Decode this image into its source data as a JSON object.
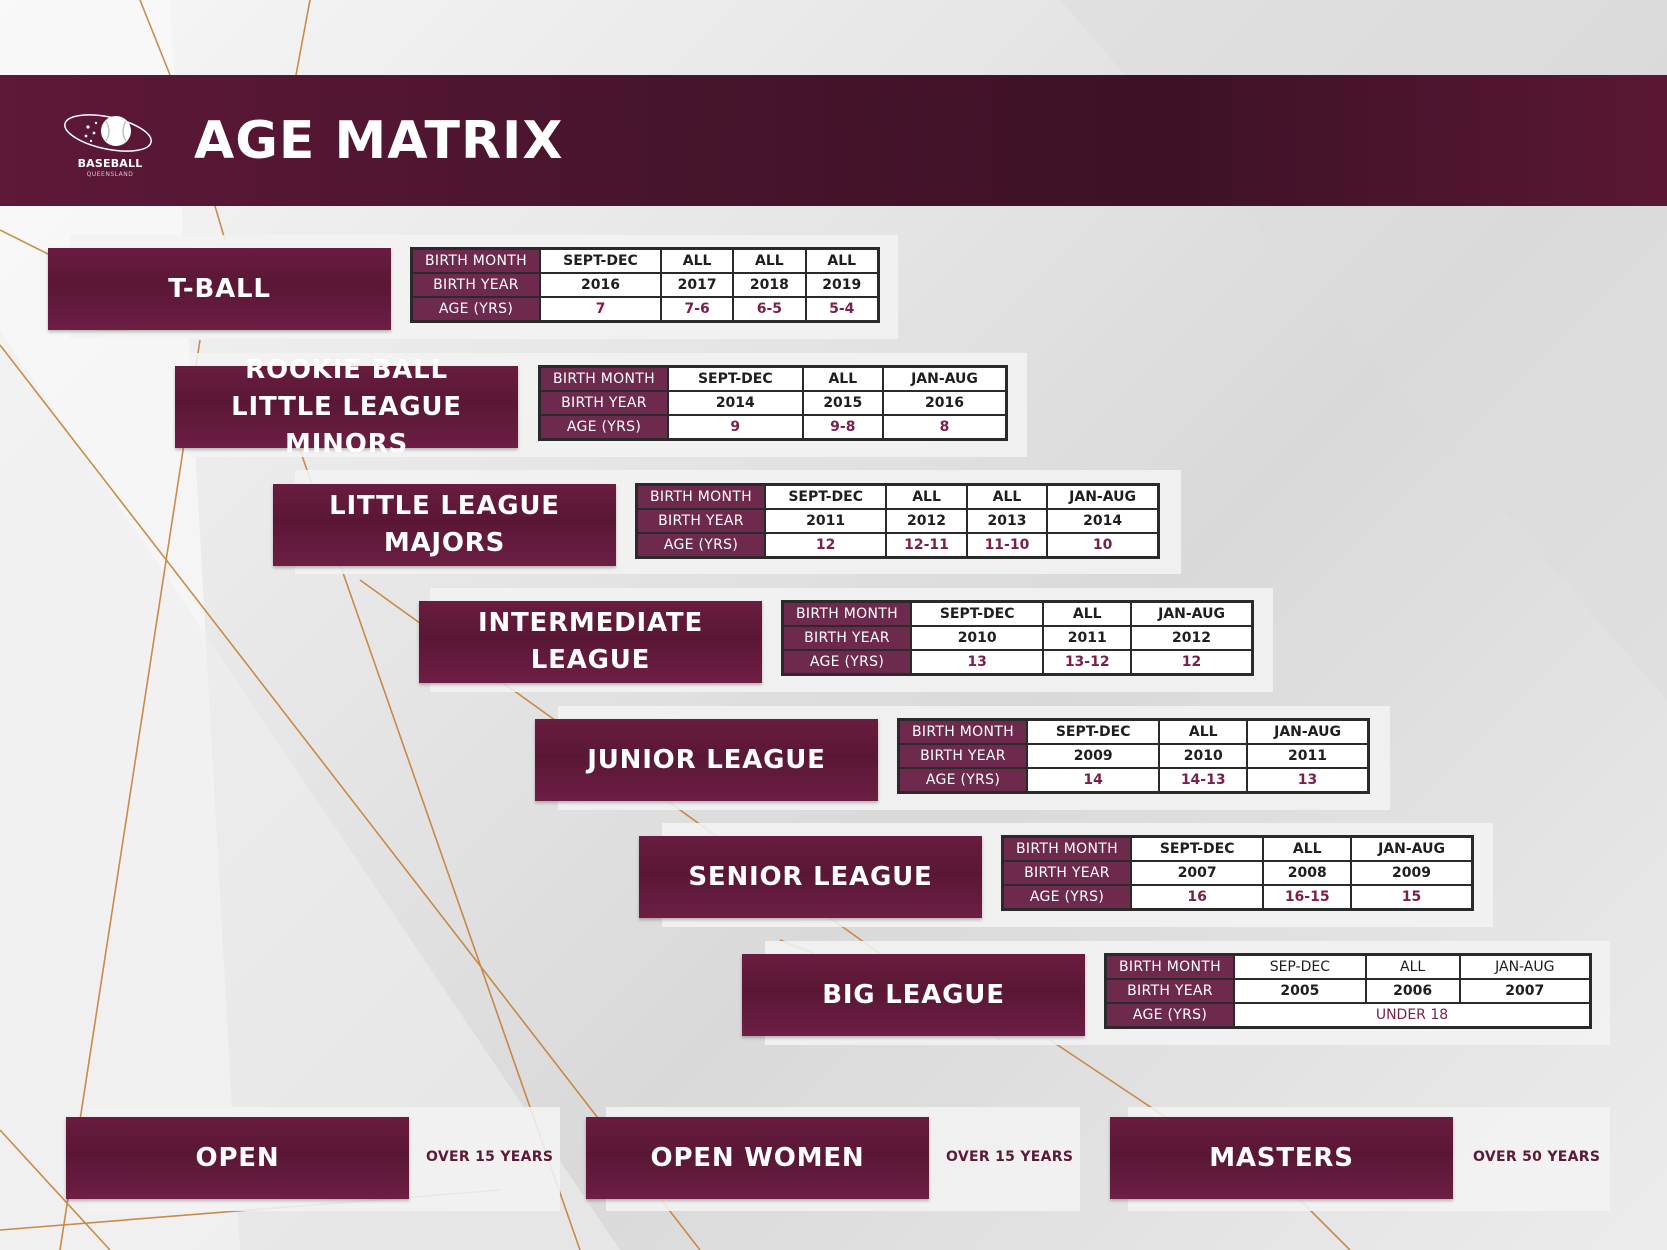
{
  "header": {
    "title": "AGE MATRIX",
    "logo_text": "BASEBALL",
    "logo_subtext": "QUEENSLAND"
  },
  "colors": {
    "maroon": "#5a1735",
    "label_cell": "#6e2a4d",
    "accent_line": "#c27a2e",
    "age_text": "#7a1f4b"
  },
  "row_labels": {
    "month": "BIRTH MONTH",
    "year": "BIRTH YEAR",
    "age": "AGE (YRS)"
  },
  "leagues": [
    {
      "lines": [
        "T-BALL"
      ],
      "months": [
        "SEPT-DEC",
        "ALL",
        "ALL",
        "ALL"
      ],
      "years": [
        "2016",
        "2017",
        "2018",
        "2019"
      ],
      "ages": [
        "7",
        "7-6",
        "6-5",
        "5-4"
      ]
    },
    {
      "lines": [
        "ROOKIE BALL",
        "LITTLE LEAGUE MINORS"
      ],
      "months": [
        "SEPT-DEC",
        "ALL",
        "JAN-AUG"
      ],
      "years": [
        "2014",
        "2015",
        "2016"
      ],
      "ages": [
        "9",
        "9-8",
        "8"
      ]
    },
    {
      "lines": [
        "LITTLE LEAGUE MAJORS"
      ],
      "months": [
        "SEPT-DEC",
        "ALL",
        "ALL",
        "JAN-AUG"
      ],
      "years": [
        "2011",
        "2012",
        "2013",
        "2014"
      ],
      "ages": [
        "12",
        "12-11",
        "11-10",
        "10"
      ]
    },
    {
      "lines": [
        "INTERMEDIATE LEAGUE"
      ],
      "months": [
        "SEPT-DEC",
        "ALL",
        "JAN-AUG"
      ],
      "years": [
        "2010",
        "2011",
        "2012"
      ],
      "ages": [
        "13",
        "13-12",
        "12"
      ]
    },
    {
      "lines": [
        "JUNIOR LEAGUE"
      ],
      "months": [
        "SEPT-DEC",
        "ALL",
        "JAN-AUG"
      ],
      "years": [
        "2009",
        "2010",
        "2011"
      ],
      "ages": [
        "14",
        "14-13",
        "13"
      ]
    },
    {
      "lines": [
        "SENIOR LEAGUE"
      ],
      "months": [
        "SEPT-DEC",
        "ALL",
        "JAN-AUG"
      ],
      "years": [
        "2007",
        "2008",
        "2009"
      ],
      "ages": [
        "16",
        "16-15",
        "15"
      ]
    },
    {
      "lines": [
        "BIG LEAGUE"
      ],
      "months": [
        "SEP-DEC",
        "ALL",
        "JAN-AUG"
      ],
      "years": [
        "2005",
        "2006",
        "2007"
      ],
      "ages": [
        "UNDER 18"
      ]
    }
  ],
  "open_divisions": [
    {
      "name": "OPEN",
      "note": "OVER 15 YEARS"
    },
    {
      "name": "OPEN WOMEN",
      "note": "OVER 15 YEARS"
    },
    {
      "name": "MASTERS",
      "note": "OVER 50 YEARS"
    }
  ]
}
